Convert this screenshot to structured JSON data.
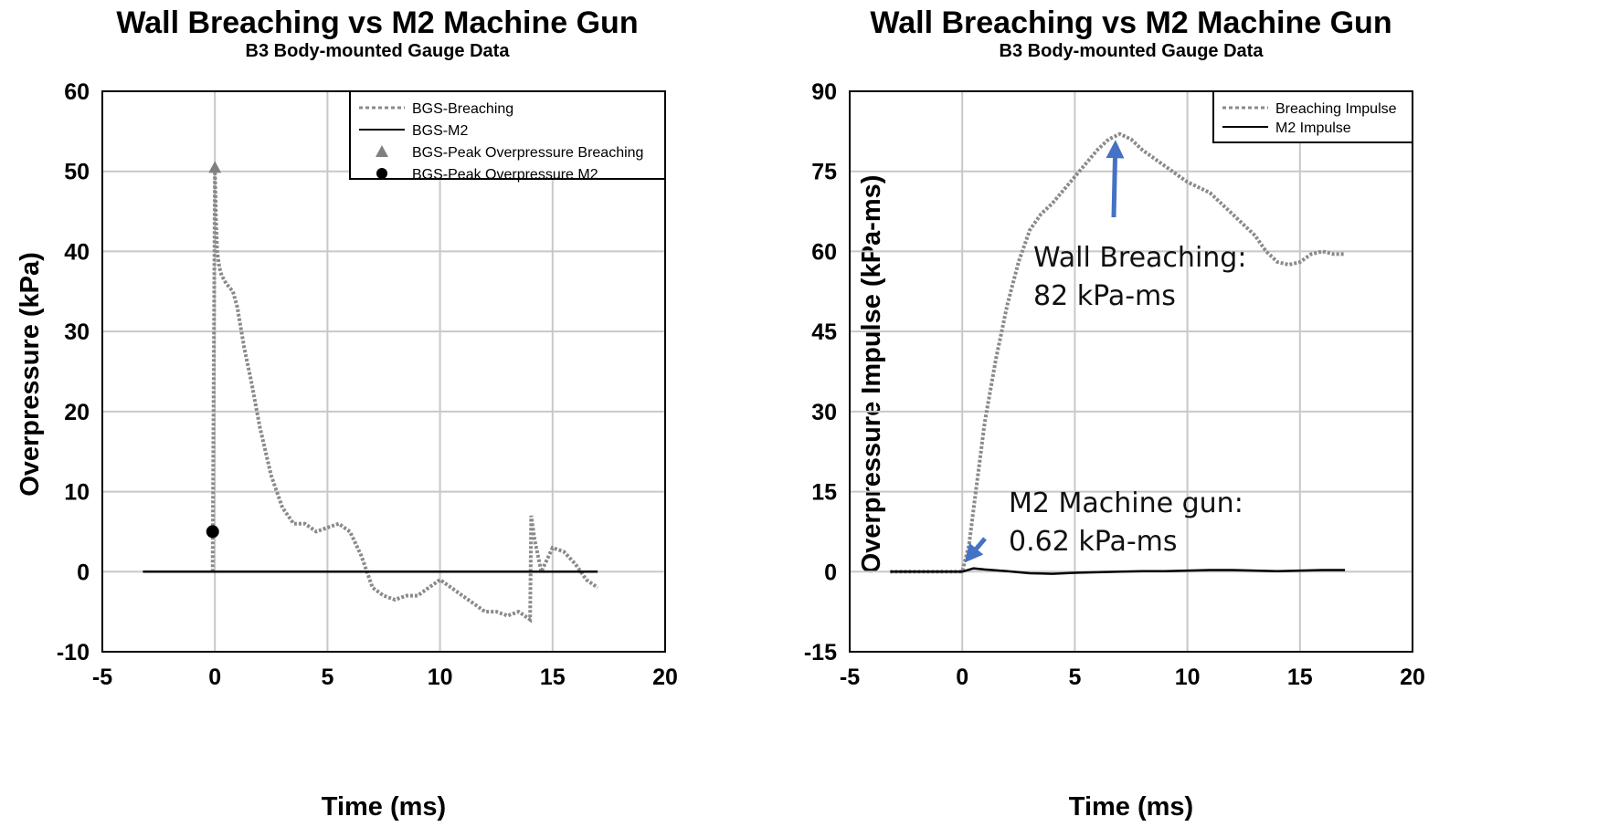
{
  "chart_data": [
    {
      "type": "line",
      "title": "Wall Breaching vs M2 Machine Gun",
      "subtitle": "B3 Body-mounted Gauge Data",
      "xlabel": "Time (ms)",
      "ylabel": "Overpressure (kPa)",
      "xlim": [
        -5,
        20
      ],
      "ylim": [
        -10,
        60
      ],
      "xticks": [
        -5,
        0,
        5,
        10,
        15,
        20
      ],
      "yticks": [
        -10,
        0,
        10,
        20,
        30,
        40,
        50,
        60
      ],
      "grid": true,
      "legend_position": "top-right",
      "series": [
        {
          "name": "BGS-Breaching",
          "style": "dashed",
          "color": "#8a8a8a",
          "x": [
            -0.1,
            0,
            0.05,
            0.1,
            0.2,
            0.3,
            0.5,
            0.8,
            1.0,
            1.3,
            1.6,
            2.0,
            2.5,
            3.0,
            3.5,
            4.0,
            4.5,
            5.0,
            5.5,
            6.0,
            6.5,
            7.0,
            7.5,
            8.0,
            8.5,
            9.0,
            9.5,
            10.0,
            10.5,
            11.0,
            11.5,
            12.0,
            12.5,
            13.0,
            13.5,
            14.0,
            14.05,
            14.2,
            14.5,
            15.0,
            15.5,
            16.0,
            16.5,
            17.0
          ],
          "y": [
            0,
            50,
            44,
            40,
            38,
            37,
            36,
            35,
            33,
            28,
            24,
            18,
            12,
            8,
            6,
            6,
            5,
            5.5,
            6,
            5,
            2,
            -2,
            -3,
            -3.5,
            -3,
            -3,
            -2,
            -1,
            -2,
            -3,
            -4,
            -5,
            -5,
            -5.5,
            -5,
            -6,
            7,
            4,
            0,
            3,
            2.5,
            1,
            -1,
            -2
          ]
        },
        {
          "name": "BGS-M2",
          "style": "solid",
          "color": "#000000",
          "x": [
            -3.2,
            17
          ],
          "y": [
            0,
            0
          ]
        },
        {
          "name": "BGS-Peak Overpressure Breaching",
          "style": "marker-triangle",
          "color": "#808080",
          "x": [
            0
          ],
          "y": [
            50.5
          ]
        },
        {
          "name": "BGS-Peak Overpressure M2",
          "style": "marker-circle",
          "color": "#000000",
          "x": [
            -0.1
          ],
          "y": [
            5
          ]
        }
      ]
    },
    {
      "type": "line",
      "title": "Wall Breaching vs M2 Machine Gun",
      "subtitle": "B3 Body-mounted Gauge Data",
      "xlabel": "Time (ms)",
      "ylabel": "Overpressure Impulse (kPa-ms)",
      "xlim": [
        -5,
        20
      ],
      "ylim": [
        -15,
        90
      ],
      "xticks": [
        -5,
        0,
        5,
        10,
        15,
        20
      ],
      "yticks": [
        -15,
        0,
        15,
        30,
        45,
        60,
        75,
        90
      ],
      "grid": true,
      "legend_position": "top-right",
      "series": [
        {
          "name": "Breaching Impulse",
          "style": "dashed",
          "color": "#8a8a8a",
          "x": [
            -3.2,
            -1,
            0,
            0.3,
            0.6,
            1,
            1.5,
            2,
            2.5,
            3,
            3.5,
            4,
            5,
            6,
            6.5,
            7,
            7.5,
            8,
            9,
            10,
            11,
            12,
            13,
            13.5,
            14,
            14.5,
            15,
            15.5,
            16,
            16.5,
            17
          ],
          "y": [
            0,
            0,
            0,
            5,
            15,
            28,
            40,
            50,
            58,
            64,
            67,
            69,
            74,
            79,
            81,
            82,
            81,
            79,
            76,
            73,
            71,
            67,
            63,
            60,
            58,
            57.5,
            58,
            59.5,
            60,
            59.5,
            59.5
          ]
        },
        {
          "name": "M2 Impulse",
          "style": "solid",
          "color": "#000000",
          "x": [
            -3.2,
            -1,
            0,
            0.5,
            1,
            2,
            3,
            4,
            5,
            6,
            7,
            8,
            9,
            10,
            11,
            12,
            13,
            14,
            15,
            16,
            17
          ],
          "y": [
            0,
            0,
            0,
            0.62,
            0.4,
            0.1,
            -0.3,
            -0.4,
            -0.2,
            -0.1,
            0,
            0.1,
            0.1,
            0.2,
            0.3,
            0.3,
            0.2,
            0.1,
            0.2,
            0.3,
            0.3
          ]
        }
      ],
      "annotations": [
        {
          "text_lines": [
            "Wall Breaching:",
            "82 kPa-ms"
          ],
          "arrow_to": [
            6.8,
            82
          ]
        },
        {
          "text_lines": [
            "M2 Machine gun:",
            "0.62 kPa-ms"
          ],
          "arrow_to": [
            0.3,
            0.62
          ]
        }
      ]
    }
  ],
  "colors": {
    "grid": "#c8c8c8",
    "arrow": "#4472c4"
  }
}
